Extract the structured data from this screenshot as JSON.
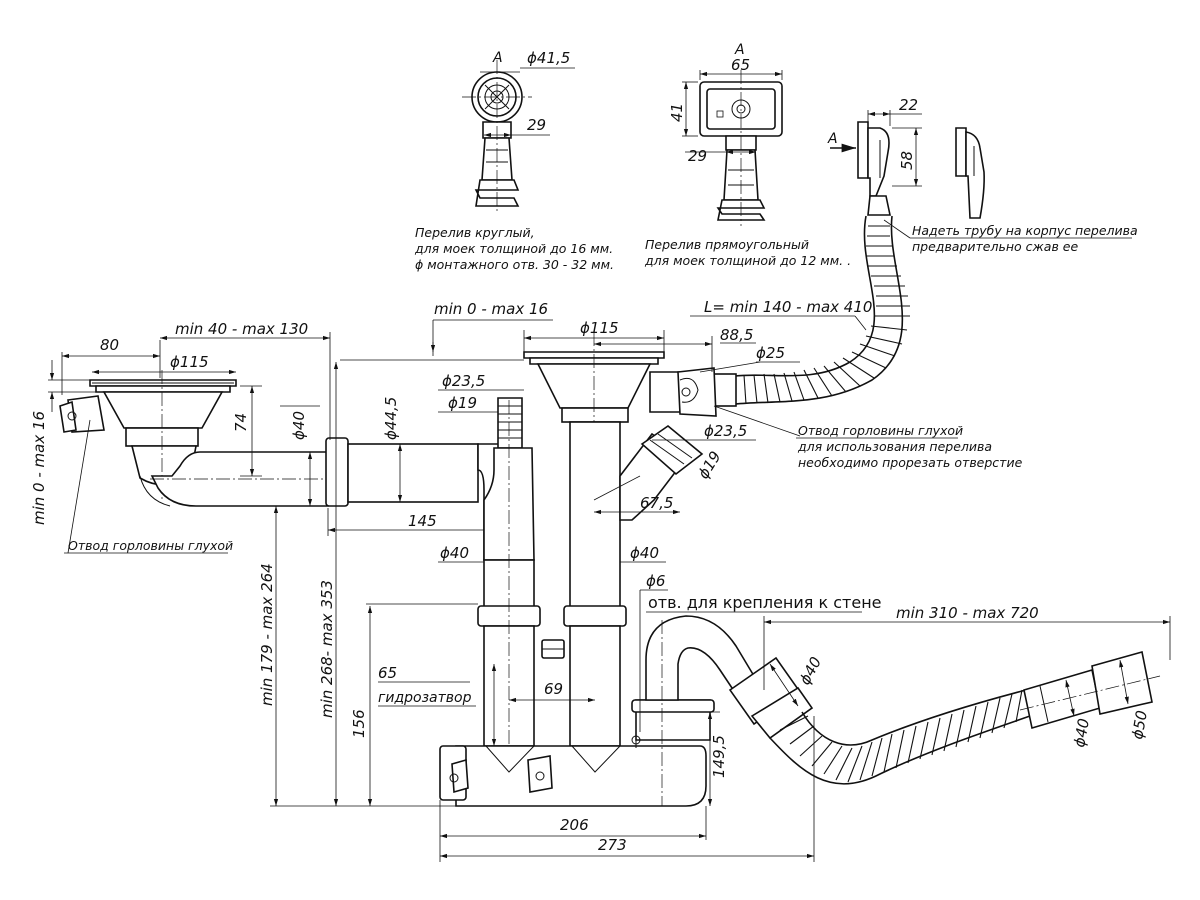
{
  "view_marks": {
    "a_round": "A",
    "a_rect": "A",
    "a_side": "A"
  },
  "notes": {
    "round_overflow": [
      "Перелив круглый,",
      "для моек толщиной до 16 мм.",
      "ϕ монтажного отв. 30 - 32 мм."
    ],
    "rect_overflow": [
      "Перелив прямоугольный",
      "для моек толщиной до 12 мм. ."
    ],
    "attach_tube": [
      "Надеть трубу на корпус перелива",
      "предварительно сжав ее"
    ],
    "blind_outlet_right": [
      "Отвод горловины глухой",
      "для использования перелива",
      "необходимо прорезать отверстие"
    ],
    "blind_outlet_left": "Отвод горловины глухой",
    "wall_hole": "отв. для крепления к стене",
    "water_seal": "гидрозатвор"
  },
  "dims": {
    "d41_5": "ϕ41,5",
    "d29_round": "29",
    "d65_top": "65",
    "d41": "41",
    "d29_rect": "29",
    "d22": "22",
    "d58": "58",
    "len_hose": "L= min 140 - max 410",
    "min0_max16_top": "min 0 - max 16",
    "min40_max130": "min 40 - max 130",
    "d80": "80",
    "d115_left": "ϕ115",
    "d115_right": "ϕ115",
    "d88_5": "88,5",
    "d25": "ϕ25",
    "d23_5_left": "ϕ23,5",
    "d19_left": "ϕ19",
    "d23_5_right": "ϕ23,5",
    "d19_right": "ϕ19",
    "d74": "74",
    "d40_side": "ϕ40",
    "d44_5": "ϕ44,5",
    "d145": "145",
    "d67_5": "67,5",
    "d40_mid_left": "ϕ40",
    "d40_mid_right": "ϕ40",
    "d6": "ϕ6",
    "min310_max720": "min 310 - max 720",
    "d40_elbow": "ϕ40",
    "d40_end": "ϕ40",
    "d50_end": "ϕ50",
    "min0_max16_side": "min 0 - max 16",
    "min179_max264": "min 179 - max 264",
    "min268_max353": "min 268- max 353",
    "d156": "156",
    "d65_seal": "65",
    "d69": "69",
    "d149_5": "149,5",
    "d206": "206",
    "d273": "273"
  }
}
